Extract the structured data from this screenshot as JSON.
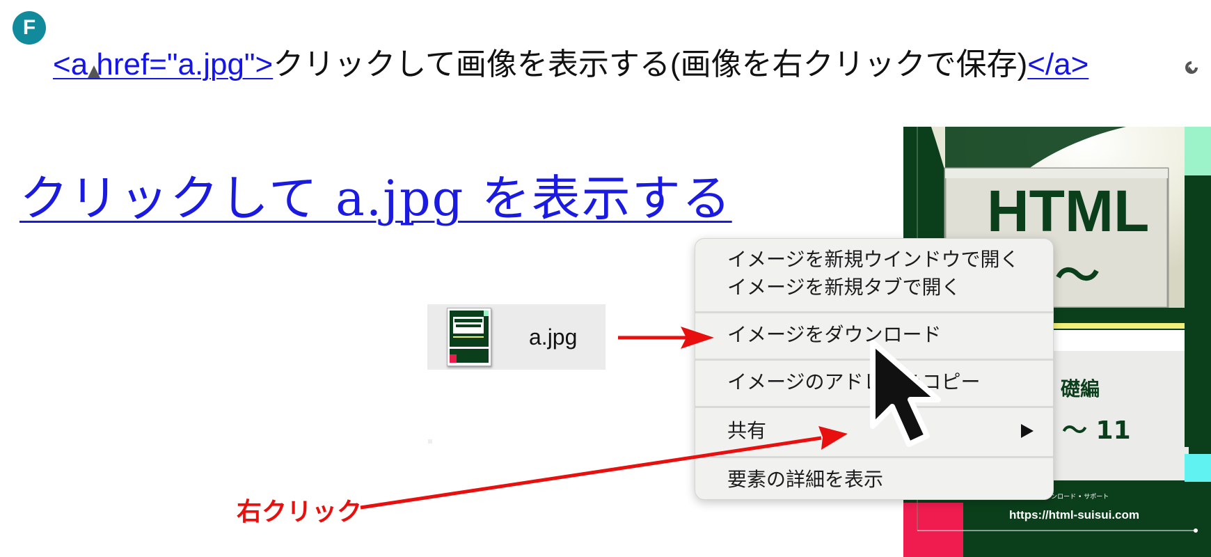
{
  "logo": {
    "letter": "F"
  },
  "code": {
    "open_tag": "<a href=\"a.jpg\">",
    "text": "クリックして画像を表示する(画像を右クリックで保存)",
    "close_tag": "</a>"
  },
  "link": {
    "text": "クリックして a.jpg を表示する"
  },
  "file": {
    "name": "a.jpg"
  },
  "book": {
    "title_line1": "HTML",
    "title_line2": "スイ〜",
    "subtitle": "礎編",
    "range": "〜 11",
    "note": "• データ・ダウンロード • サポート",
    "url": "https://html-suisui.com",
    "thumb_title1": "HTML",
    "thumb_title2": "スイスイ〜"
  },
  "context_menu": {
    "items": [
      {
        "label": "イメージを新規ウインドウで開く"
      },
      {
        "label": "イメージを新規タブで開く"
      },
      {
        "label": "イメージをダウンロード"
      },
      {
        "label": "イメージのアドレスをコピー"
      },
      {
        "label": "共有"
      },
      {
        "label": "要素の詳細を表示"
      }
    ]
  },
  "annotation": {
    "right_click": "右クリック",
    "color": "#e80f0f"
  },
  "colors": {
    "link": "#1a1ae0",
    "badge": "#118b9c",
    "book_green": "#0b3f1b"
  }
}
